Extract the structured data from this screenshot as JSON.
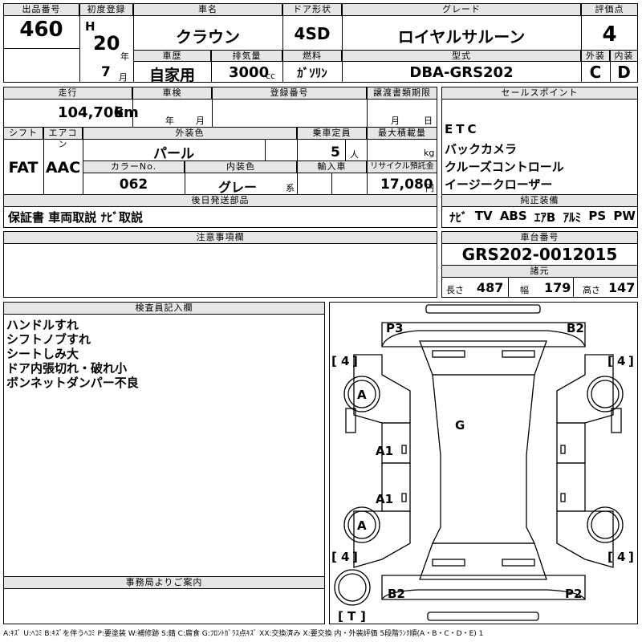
{
  "header": {
    "lot_label": "出品番号",
    "lot": "460",
    "reg_label": "初度登録",
    "era": "H",
    "year": "20",
    "year_unit": "年",
    "month": "7",
    "month_unit": "月",
    "name_label": "車名",
    "name": "クラウン",
    "history_label": "車歴",
    "history": "自家用",
    "cc_label": "排気量",
    "cc": "3000",
    "cc_unit": "cc",
    "door_label": "ドア形状",
    "door": "4SD",
    "fuel_label": "燃料",
    "fuel": "ｶﾞｿﾘﾝ",
    "grade_label": "グレード",
    "grade": "ロイヤルサルーン",
    "model_label": "型式",
    "model": "DBA-GRS202",
    "score_label": "評価点",
    "score": "4",
    "ext_label": "外装",
    "ext": "C",
    "int_label": "内装",
    "int": "D"
  },
  "mid": {
    "mileage_label": "走行",
    "mileage": "104,706",
    "mileage_unit": "km",
    "inspection_label": "車検",
    "insp_year_unit": "年",
    "insp_month_unit": "月",
    "regno_label": "登録番号",
    "transfer_label": "譲渡書類期限",
    "transfer_month": "月",
    "transfer_day": "日",
    "shift_label": "シフト",
    "shift": "FAT",
    "ac_label": "エアコン",
    "ac": "AAC",
    "color_label": "外装色",
    "color": "パール",
    "capacity_label": "乗車定員",
    "capacity": "5",
    "capacity_unit": "人",
    "load_label": "最大積載量",
    "load_unit": "kg",
    "colorno_label": "カラーNo.",
    "colorno": "062",
    "interior_label": "内装色",
    "interior": "グレー",
    "interior_unit": "系",
    "import_label": "輸入車",
    "recycle_label": "リサイクル預託金",
    "recycle": "17,080",
    "recycle_unit": "円",
    "docs_label": "後日発送部品",
    "docs": "保証書 車両取説 ﾅﾋﾞ取説"
  },
  "sales": {
    "label": "セールスポイント",
    "items": [
      "ETC",
      "バックカメラ",
      "クルーズコントロール",
      "イージークローザー"
    ]
  },
  "equipment": {
    "label": "純正装備",
    "items": [
      "ﾅﾋﾞ",
      "TV",
      "ABS",
      "ｴｱB",
      "ｱﾙﾐ",
      "PS",
      "PW"
    ]
  },
  "notes": {
    "label": "注意事項欄"
  },
  "chassis": {
    "label": "車台番号",
    "value": "GRS202-0012015",
    "spec_label": "諸元",
    "length_label": "長さ",
    "length": "487",
    "width_label": "幅",
    "width": "179",
    "height_label": "高さ",
    "height": "147"
  },
  "inspector": {
    "label": "検査員記入欄",
    "lines": [
      "ハンドルすれ",
      "シフトノブすれ",
      "シートしみ大",
      "ドア内張切れ・破れ小",
      "ボンネットダンパー不良"
    ]
  },
  "office": {
    "label": "事務局よりご案内"
  },
  "diagram": {
    "marks": {
      "p3": "P3",
      "b2_top": "B2",
      "b2_bottom": "B2",
      "p2": "P2",
      "g": "G",
      "a_front": "A",
      "a_rear": "A",
      "a1_front": "A1",
      "a1_rear": "A1",
      "tire_fl": "4",
      "tire_fr": "4",
      "tire_rl": "4",
      "tire_rr": "4",
      "spare": "T"
    }
  },
  "legend": "A:ｷｽﾞ U:ﾍｺﾐ B:ｷｽﾞを伴うﾍｺﾐ P:要塗装 W:補修跡 S:錆 C:腐食 G:ﾌﾛﾝﾄｶﾞﾗｽ点ｷｽﾞ XX:交換済み X:要交換 内・外装評価 5段階ﾗﾝｸ順(A・B・C・D・E) 1"
}
